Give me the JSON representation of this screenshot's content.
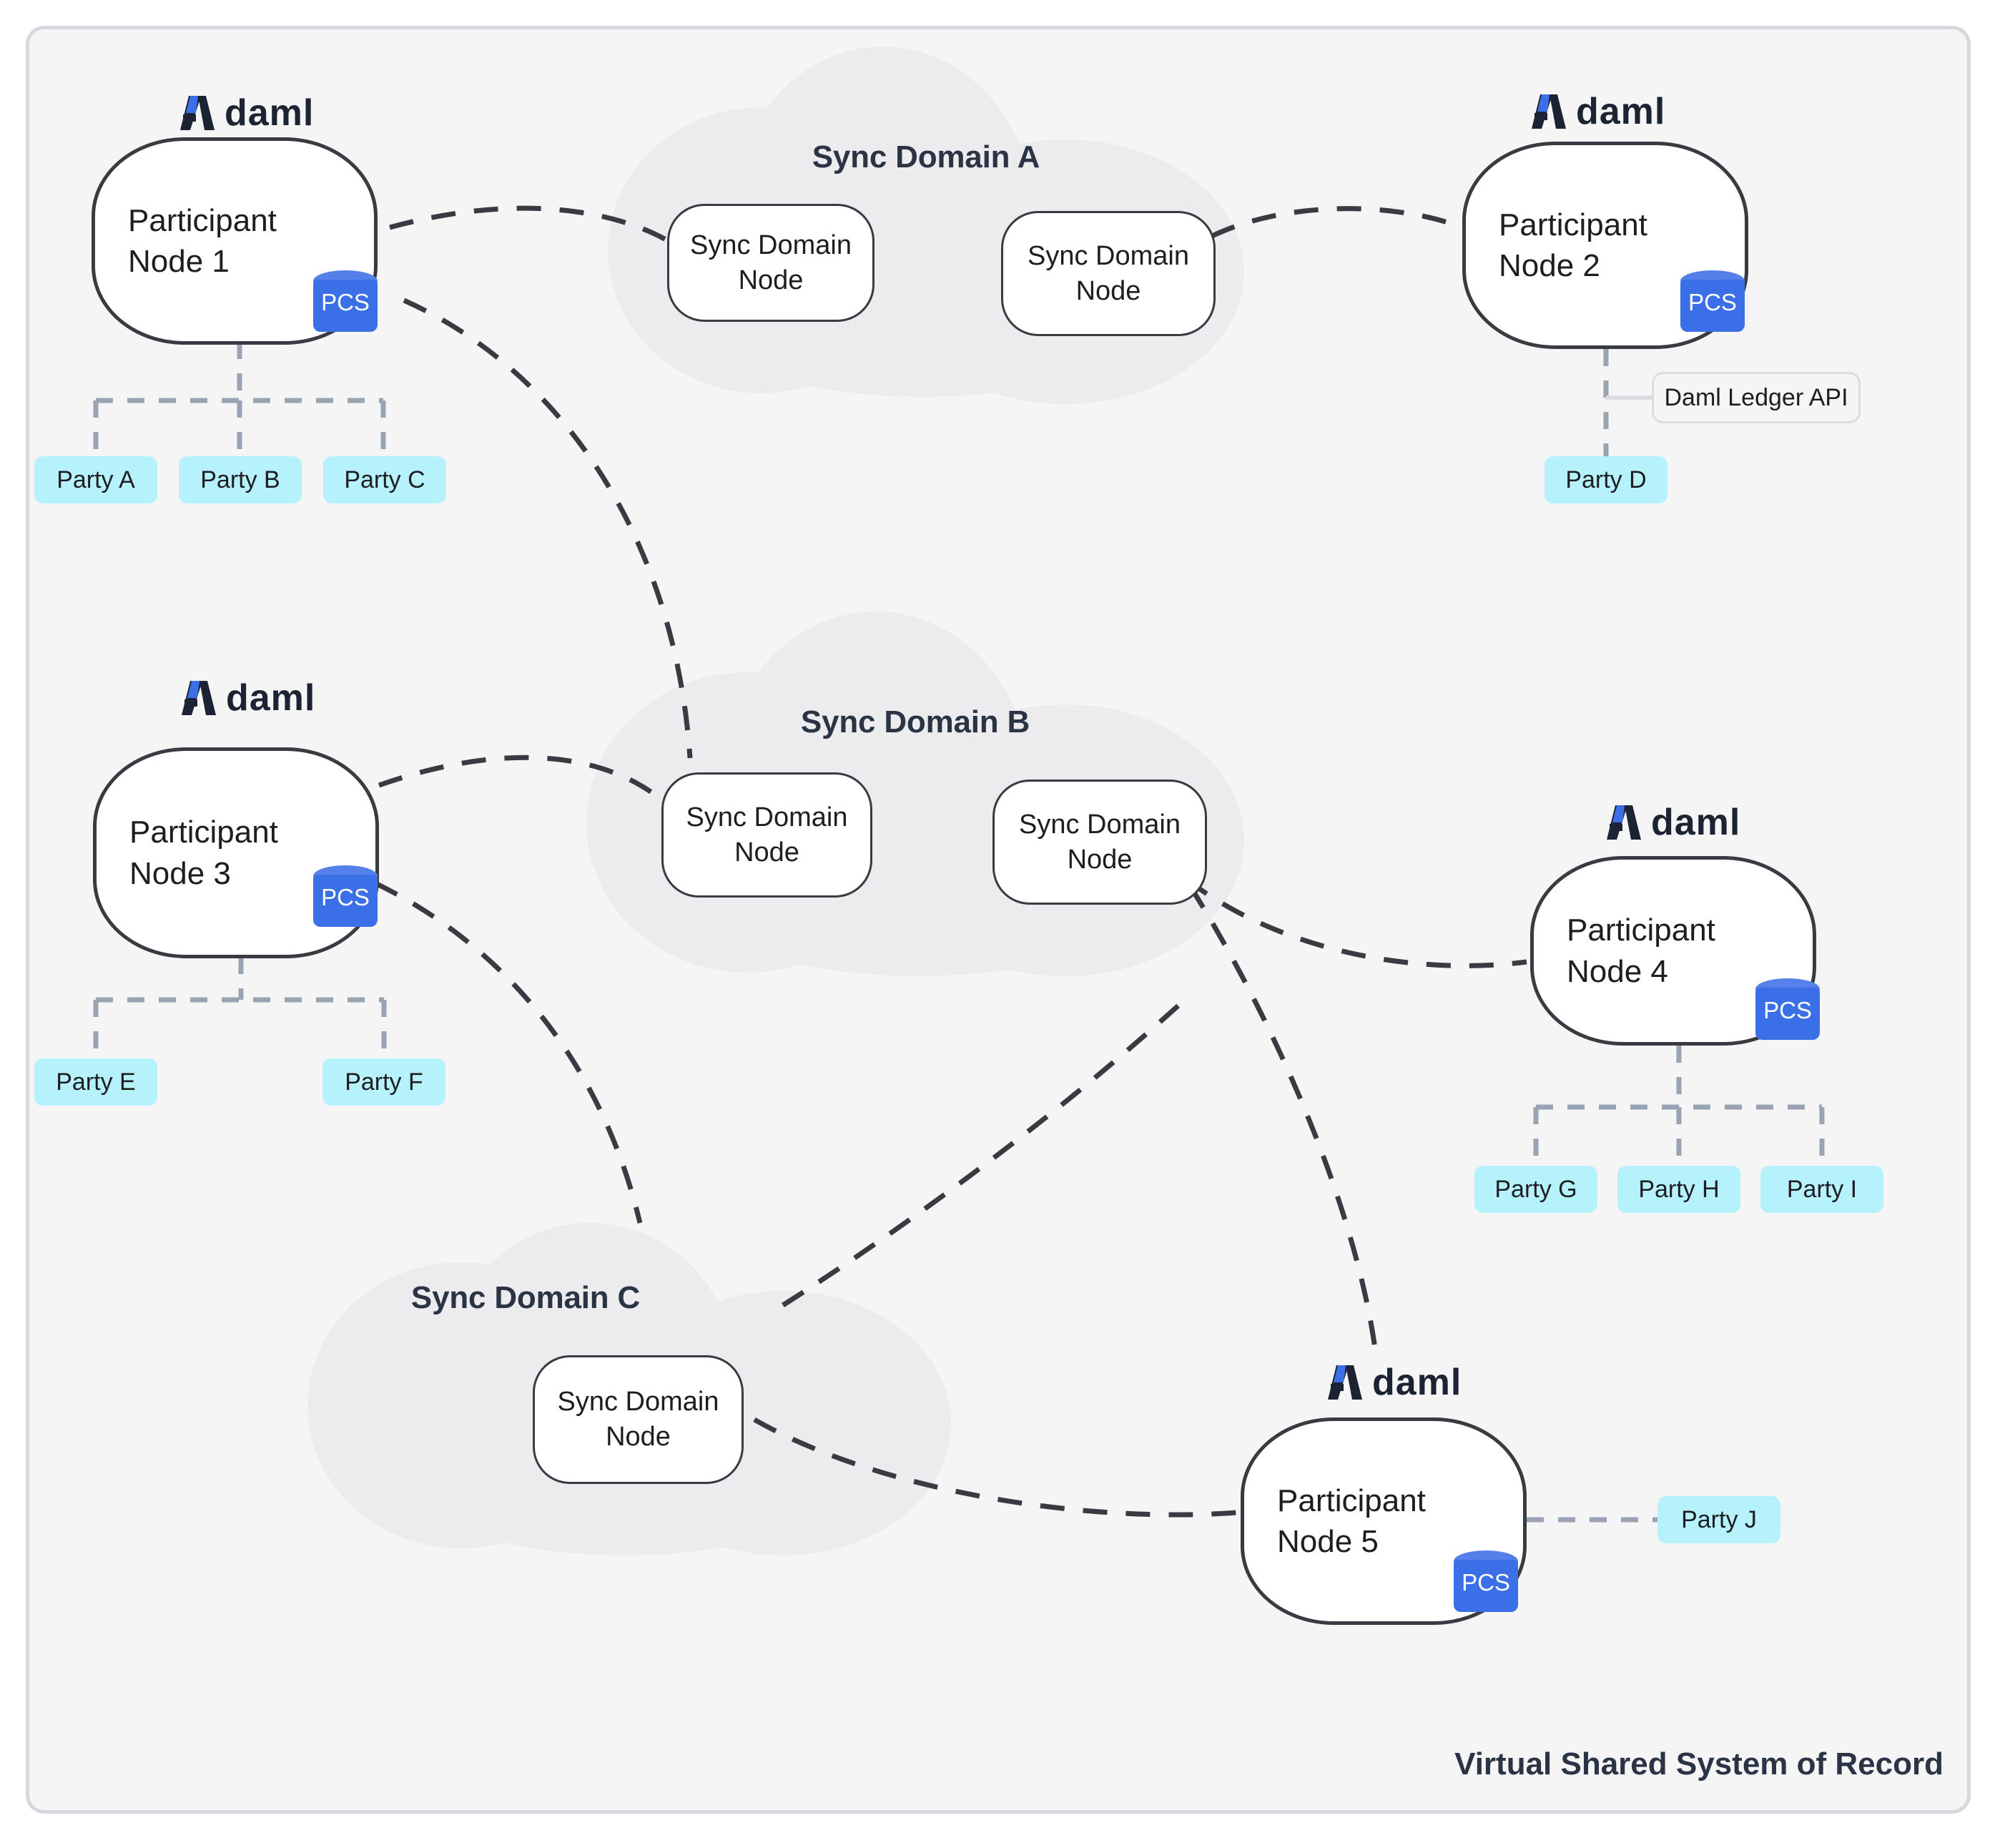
{
  "diagram": {
    "caption": "Virtual Shared System of Record",
    "logo_word": "daml",
    "pcs_label": "PCS",
    "sync_node_label": "Sync Domain\nNode",
    "api_label": "Daml Ledger API",
    "colors": {
      "canvas_bg": "#f5f5f6",
      "canvas_border": "#d7d7de",
      "cloud_fill": "#ececee",
      "node_stroke": "#3a3a42",
      "party_fill": "#b5f2fb",
      "pcs_blue": "#3b6fe8",
      "pcs_blue_top": "#5580ea",
      "logo_navy": "#1c2434",
      "logo_blue": "#3b6fe8",
      "title_navy": "#2b3445",
      "edge_dark": "#3a3a42",
      "edge_gray": "#9aa3b2"
    }
  },
  "participants": [
    {
      "id": "pn1",
      "label": "Participant\nNode 1",
      "pcs": "PCS"
    },
    {
      "id": "pn2",
      "label": "Participant\nNode 2",
      "pcs": "PCS"
    },
    {
      "id": "pn3",
      "label": "Participant\nNode 3",
      "pcs": "PCS"
    },
    {
      "id": "pn4",
      "label": "Participant\nNode 4",
      "pcs": "PCS"
    },
    {
      "id": "pn5",
      "label": "Participant\nNode 5",
      "pcs": "PCS"
    }
  ],
  "sync_domains": [
    {
      "id": "sda",
      "title": "Sync Domain A",
      "nodes": [
        "Sync Domain\nNode",
        "Sync Domain\nNode"
      ]
    },
    {
      "id": "sdb",
      "title": "Sync Domain B",
      "nodes": [
        "Sync Domain\nNode",
        "Sync Domain\nNode"
      ]
    },
    {
      "id": "sdc",
      "title": "Sync Domain C",
      "nodes": [
        "Sync Domain\nNode"
      ]
    }
  ],
  "parties": [
    {
      "id": "a",
      "label": "Party A",
      "participant": "pn1"
    },
    {
      "id": "b",
      "label": "Party B",
      "participant": "pn1"
    },
    {
      "id": "c",
      "label": "Party C",
      "participant": "pn1"
    },
    {
      "id": "d",
      "label": "Party D",
      "participant": "pn2"
    },
    {
      "id": "e",
      "label": "Party E",
      "participant": "pn3"
    },
    {
      "id": "f",
      "label": "Party F",
      "participant": "pn3"
    },
    {
      "id": "g",
      "label": "Party G",
      "participant": "pn4"
    },
    {
      "id": "h",
      "label": "Party H",
      "participant": "pn4"
    },
    {
      "id": "i",
      "label": "Party I",
      "participant": "pn4"
    },
    {
      "id": "j",
      "label": "Party J",
      "participant": "pn5"
    }
  ],
  "connections": [
    {
      "from": "pn1",
      "to": "sda"
    },
    {
      "from": "pn1",
      "to": "sdb"
    },
    {
      "from": "pn2",
      "to": "sda"
    },
    {
      "from": "pn3",
      "to": "sdb"
    },
    {
      "from": "pn3",
      "to": "sdc"
    },
    {
      "from": "sdb",
      "to": "pn4"
    },
    {
      "from": "sdb",
      "to": "pn5"
    },
    {
      "from": "sdc",
      "to": "pn5"
    },
    {
      "from": "sdc",
      "to": "pn4"
    }
  ]
}
